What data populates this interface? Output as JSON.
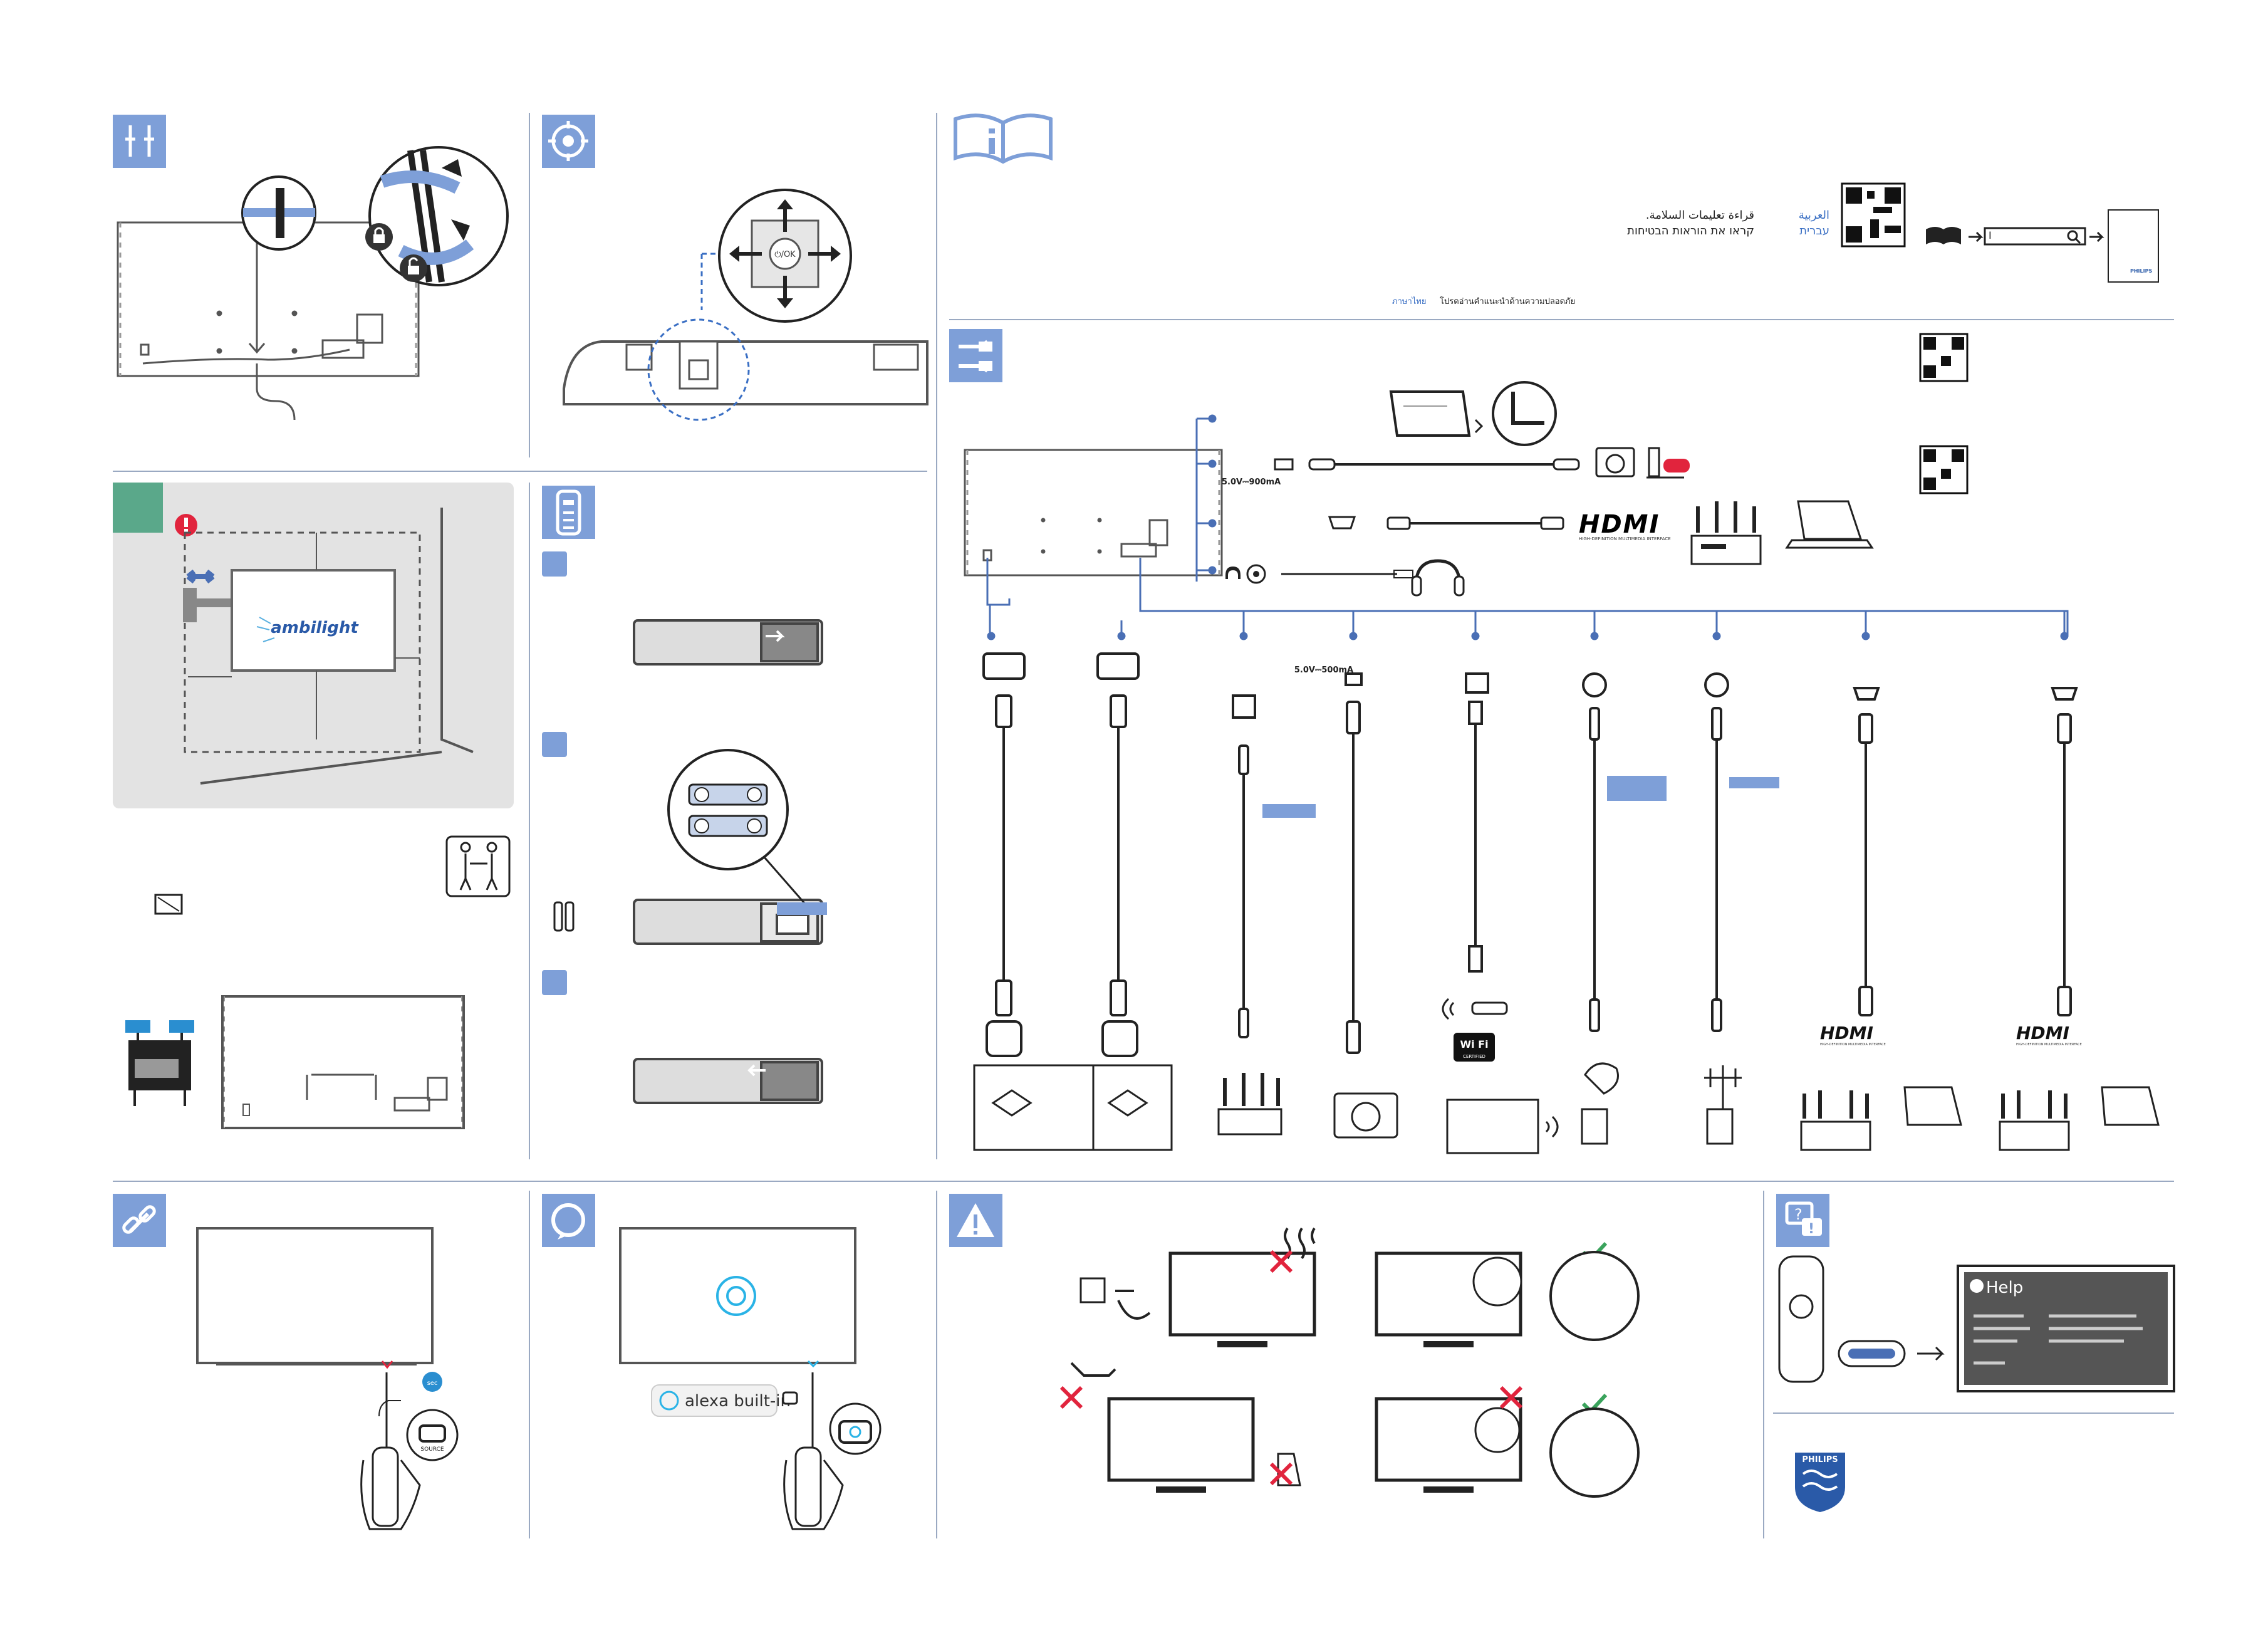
{
  "colors": {
    "accent": "#7e9fd8",
    "accent_dark": "#4a6fb5",
    "green": "#5aa88a",
    "warning_red": "#e1243d",
    "alexa_blue": "#2ab3e6",
    "panel_gray": "#e3e3e3",
    "line_gray": "#9aa9c2"
  },
  "icons": [
    "cable-tie-icon",
    "wall-mount-icon",
    "joystick-icon",
    "remote-control-icon",
    "info-book-icon",
    "connections-icon",
    "link-icon",
    "alexa-icon",
    "warning-icon",
    "help-icon",
    "two-people-icon",
    "philips-shield-logo"
  ],
  "ambilight": {
    "logo_text": "ambilight"
  },
  "joystick": {
    "center_label": "⏻/OK"
  },
  "safety": {
    "lines": [
      {
        "lang": "العربية",
        "text": "قراءة تعليمات السلامة."
      },
      {
        "lang": "עברית",
        "text": "קראו את הוראות הבטיחות"
      }
    ],
    "thai": {
      "lang": "ภาษาไทย",
      "text": "โปรดอ่านคำแนะนำด้านความปลอดภัย"
    },
    "search_placeholder": "I",
    "booklet_brand": "PHILIPS"
  },
  "connections": {
    "usb_top_rating": "5.0V⎓900mA",
    "usb_bottom_rating": "5.0V⎓500mA",
    "hdmi_logo": "HDMI",
    "hdmi_tagline": "HIGH-DEFINITION MULTIMEDIA INTERFACE",
    "wifi_logo": "Wi Fi",
    "wifi_certified": "CERTIFIED"
  },
  "link_section": {
    "timer_label": "sec",
    "remote_button_label": "SOURCE"
  },
  "alexa_section": {
    "badge_text": "alexa built-in"
  },
  "help_section": {
    "screen_title": "Help"
  },
  "brand": {
    "name": "PHILIPS"
  }
}
